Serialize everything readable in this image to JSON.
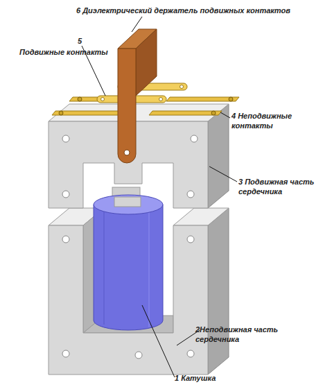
{
  "diagram": {
    "labels": [
      "6 Диэлектрический держатель подвижных контактов",
      "5",
      "Подвижные контакты",
      "4 Неподвижные контакты",
      "3 Подвижная часть сердечника",
      "2Неподвижная часть сердечника",
      "1 Катушка"
    ]
  }
}
